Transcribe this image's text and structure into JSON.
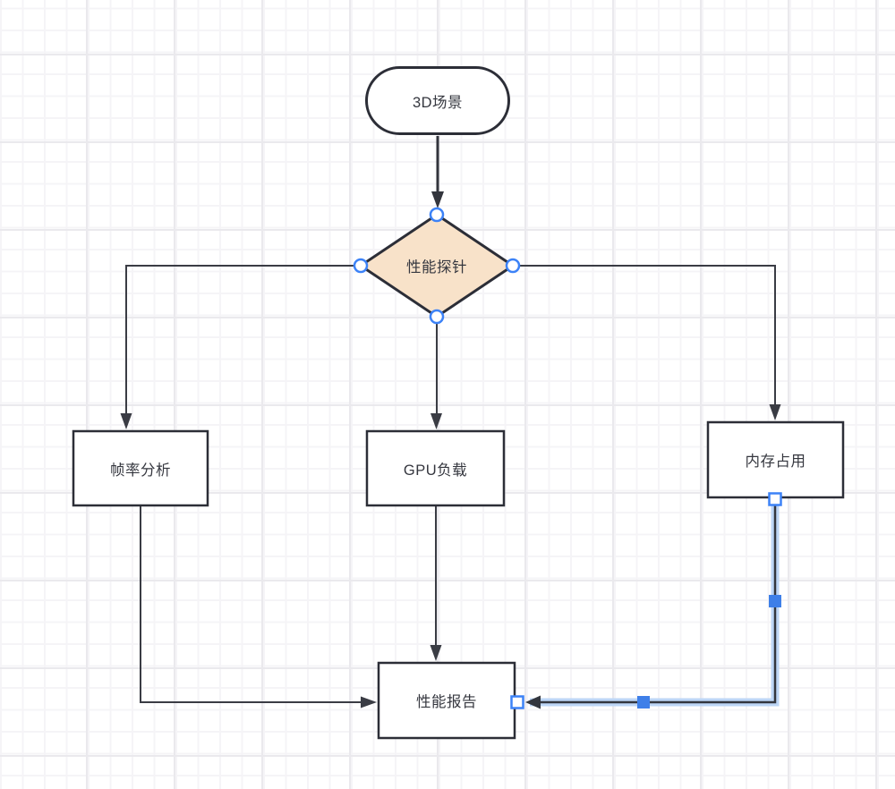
{
  "diagram": {
    "title": "performance-analysis-flowchart",
    "nodes": [
      {
        "id": "scene",
        "type": "terminator",
        "label": "3D场景"
      },
      {
        "id": "probe",
        "type": "decision",
        "label": "性能探针"
      },
      {
        "id": "fps",
        "type": "process",
        "label": "帧率分析"
      },
      {
        "id": "gpu",
        "type": "process",
        "label": "GPU负载"
      },
      {
        "id": "memory",
        "type": "process",
        "label": "内存占用"
      },
      {
        "id": "report",
        "type": "process",
        "label": "性能报告"
      }
    ],
    "edges": [
      {
        "from": "scene",
        "to": "probe",
        "selected": false
      },
      {
        "from": "probe",
        "to": "fps",
        "selected": false
      },
      {
        "from": "probe",
        "to": "gpu",
        "selected": false
      },
      {
        "from": "probe",
        "to": "memory",
        "selected": false
      },
      {
        "from": "fps",
        "to": "report",
        "selected": false
      },
      {
        "from": "gpu",
        "to": "report",
        "selected": false
      },
      {
        "from": "memory",
        "to": "report",
        "selected": true
      }
    ],
    "colors": {
      "canvas_bg": "#ffffff",
      "grid_minor": "#f5f4f7",
      "grid_major": "#eae9ed",
      "shape_border": "#2c2e37",
      "shape_fill": "#ffffff",
      "decision_fill": "#f8e2c9",
      "edge_color": "#3a3c44",
      "label_color": "#35373f",
      "selection_blue": "#3e7fe8",
      "selection_halo": "#bdd6f6",
      "port_ring_blue": "#3c82f7"
    }
  }
}
